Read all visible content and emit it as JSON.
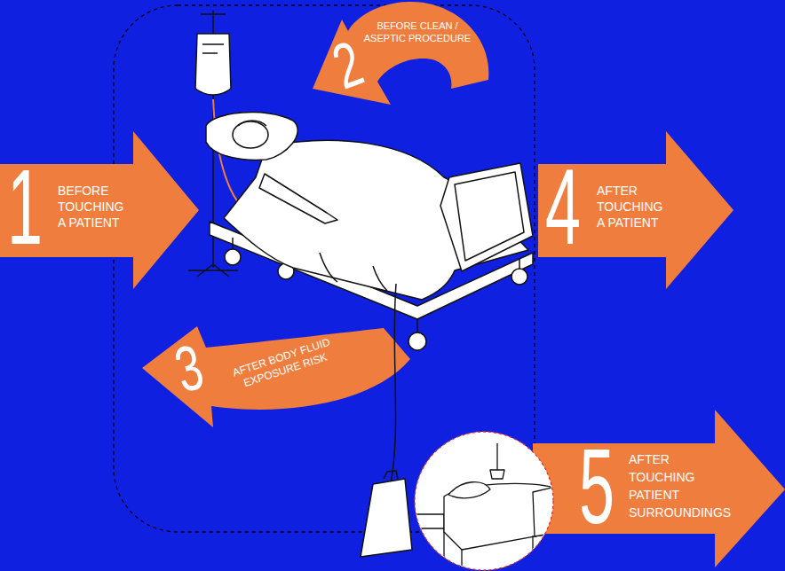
{
  "diagram": {
    "nodes": [
      {
        "text": [
          "1",
          "BEFORE TOUCHING A PATIENT"
        ]
      },
      {
        "text": [
          "2",
          "BEFORE CLEAN / ASEPTIC PROCEDURE"
        ]
      },
      {
        "text": [
          "3",
          "AFTER BODY FLUID EXPOSURE RISK"
        ]
      },
      {
        "text": [
          "4",
          "AFTER TOUCHING A PATIENT"
        ]
      },
      {
        "text": [
          "5",
          "AFTER TOUCHING PATIENT SURROUNDINGS"
        ]
      }
    ]
  }
}
